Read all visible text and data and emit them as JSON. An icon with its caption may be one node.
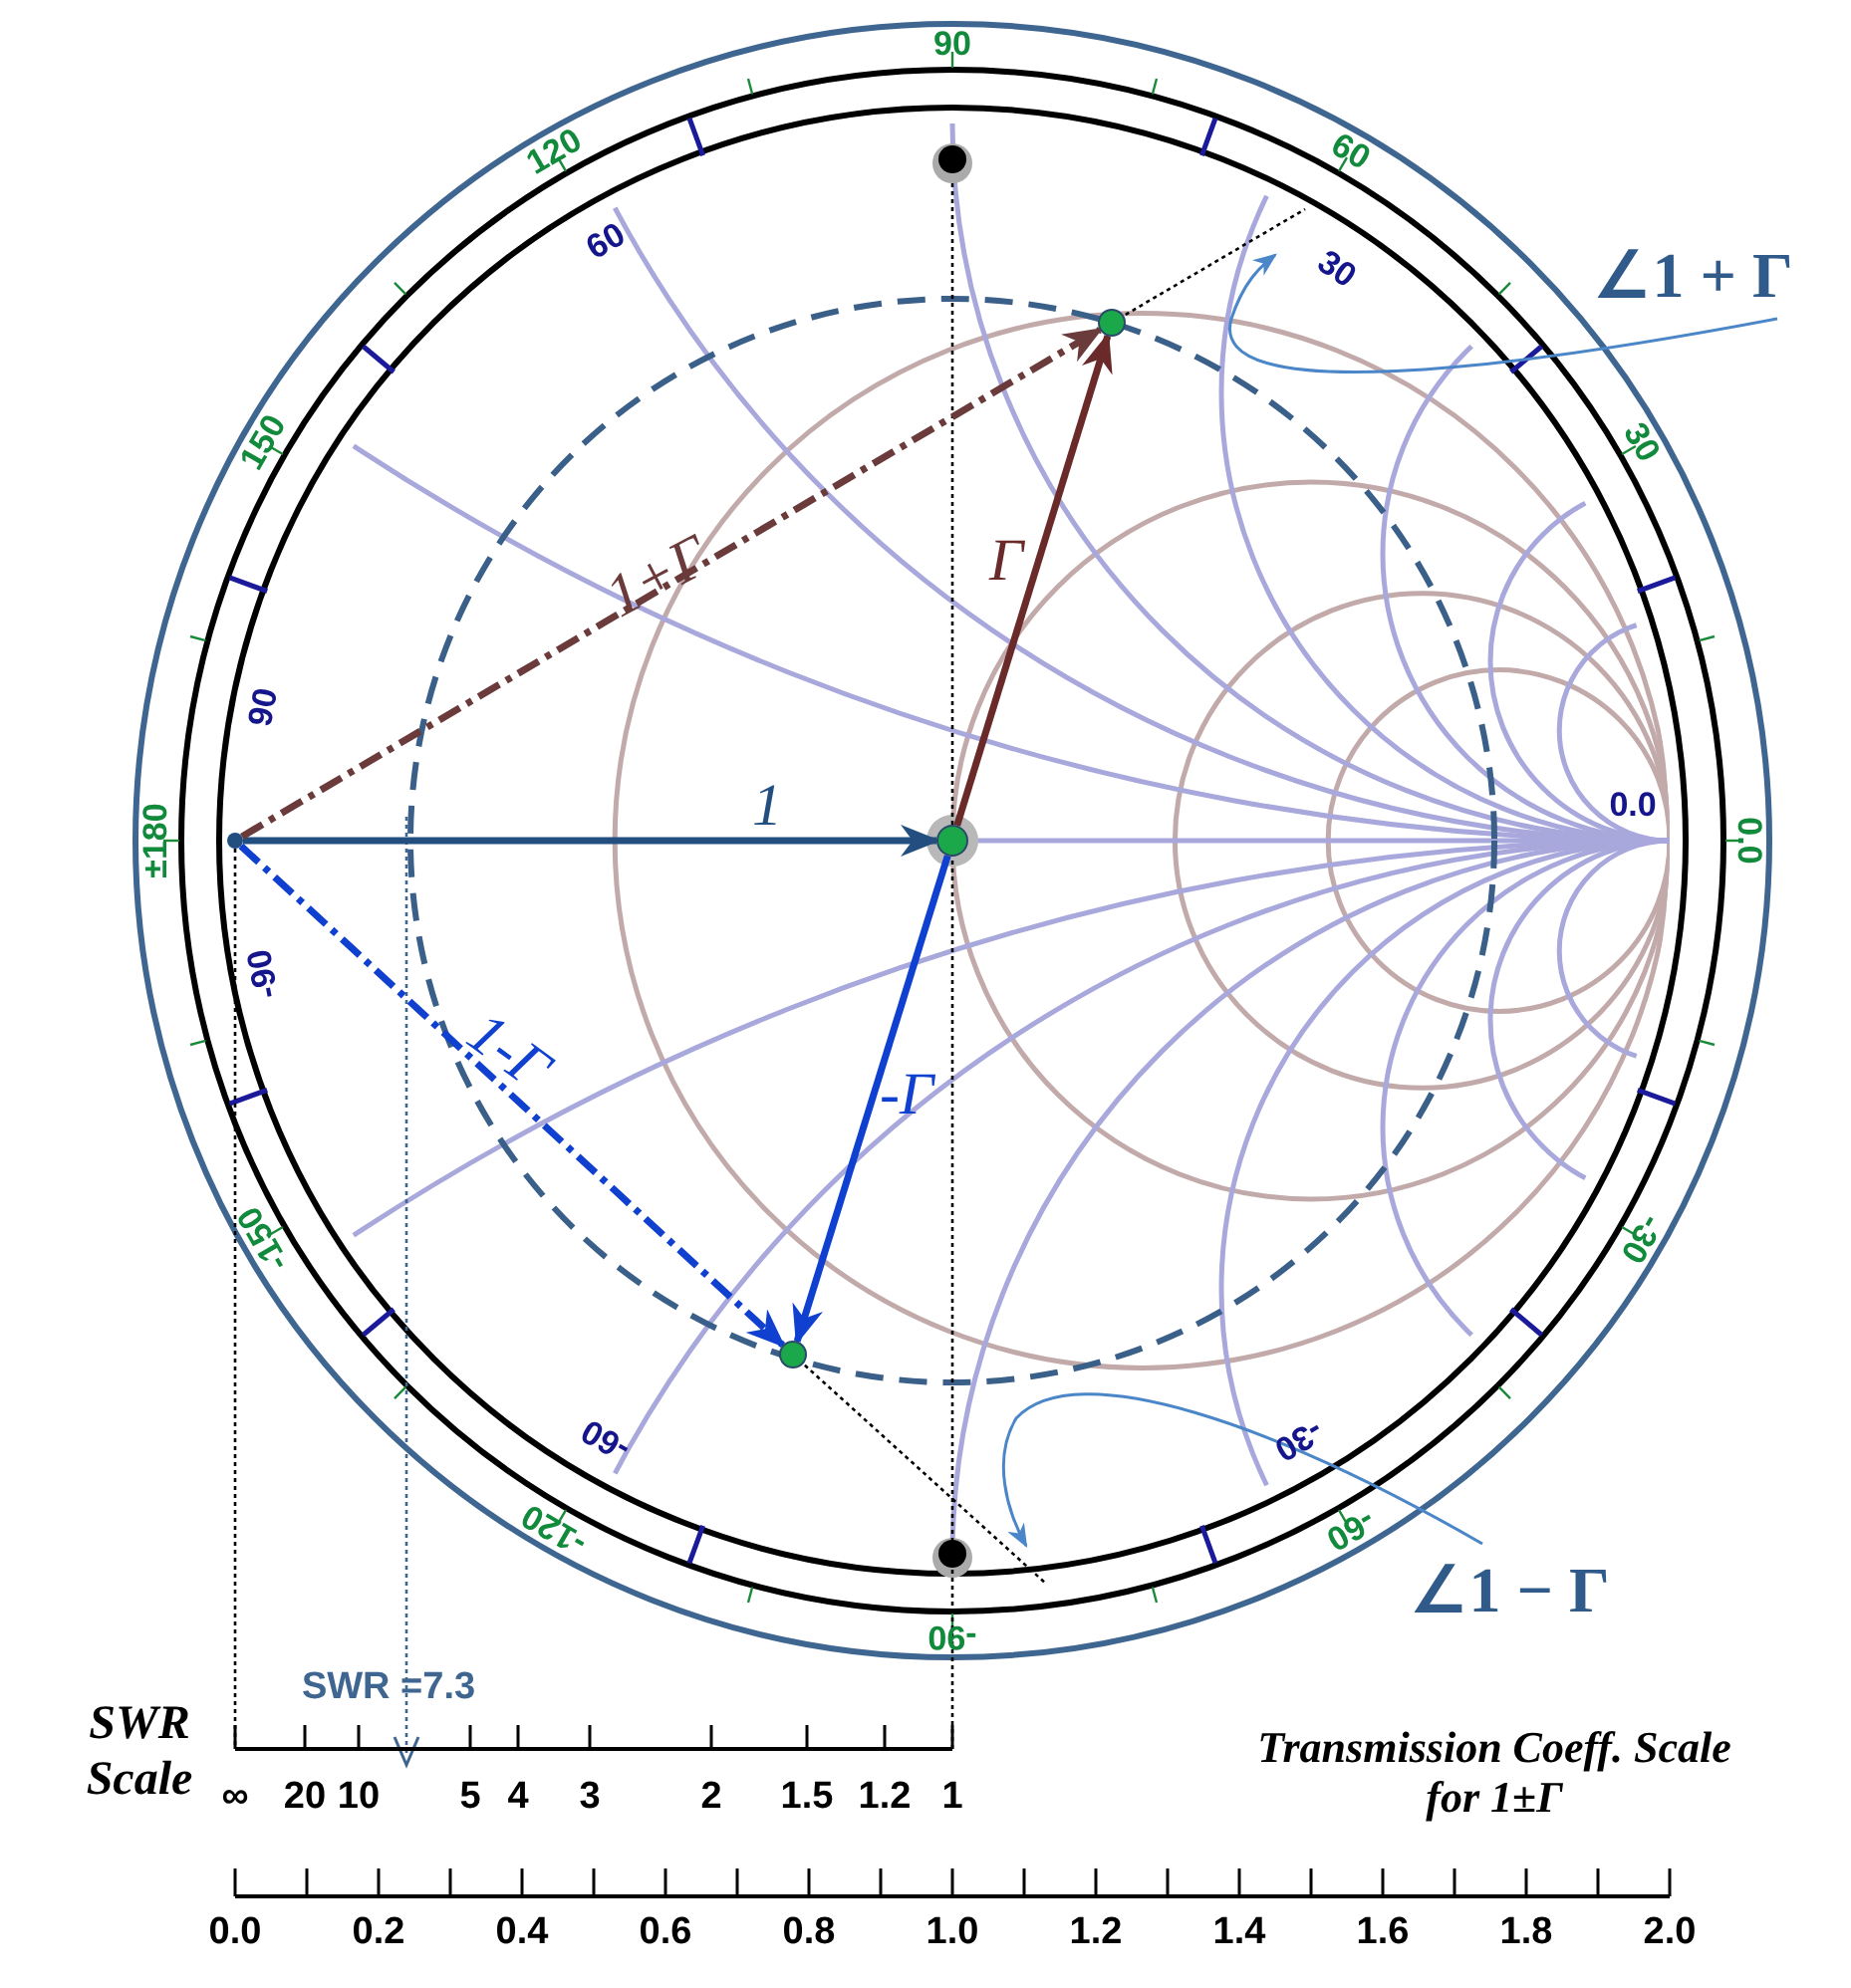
{
  "diagram": {
    "nodes": [
      {
        "text": [],
        "shape": "circle"
      },
      {
        "text": [
          "∠1 + Γ"
        ]
      },
      {
        "text": [],
        "shape": "circle"
      },
      {
        "text": [],
        "shape": "circle"
      },
      {
        "text": [],
        "shape": "circle"
      },
      {
        "text": [
          "∠1 − Γ"
        ]
      }
    ],
    "edges": [
      {
        "from": 2,
        "to": 3,
        "arrow": "to",
        "label": "1"
      },
      {
        "from": 3,
        "to": 0,
        "arrow": "to",
        "label": "Γ",
        "color": "#6b2a2a"
      },
      {
        "from": 2,
        "to": 0,
        "arrow": "to",
        "label": "1+Γ",
        "style": "dashed",
        "color": "#6b3a3a"
      },
      {
        "from": 3,
        "to": 4,
        "arrow": "to",
        "label": "-Γ",
        "color": "#1040d0"
      },
      {
        "from": 2,
        "to": 4,
        "arrow": "to",
        "label": "1-Γ",
        "style": "dashed",
        "color": "#1040d0"
      },
      {
        "from": 1,
        "to": null,
        "arrow": "to",
        "color": "#4a86c8"
      },
      {
        "from": 5,
        "to": null,
        "arrow": "to",
        "color": "#4a86c8"
      }
    ],
    "labels": [
      "90",
      "120",
      "60",
      "60",
      "30",
      "150",
      "30",
      "90",
      "±180",
      "0.0",
      "0.0",
      "-90",
      "-150",
      "-30",
      "-60",
      "-30",
      "-120",
      "-60",
      "-90",
      "SWR =7.3",
      "SWR Scale",
      "∞",
      "20",
      "10",
      "5",
      "4",
      "3",
      "2",
      "1.5",
      "1.2",
      "1",
      "Transmission Coeff. Scale for 1±Γ",
      "0.0",
      "0.2",
      "0.4",
      "0.6",
      "0.8",
      "1.0",
      "1.2",
      "1.4",
      "1.6",
      "1.8",
      "2.0"
    ]
  }
}
